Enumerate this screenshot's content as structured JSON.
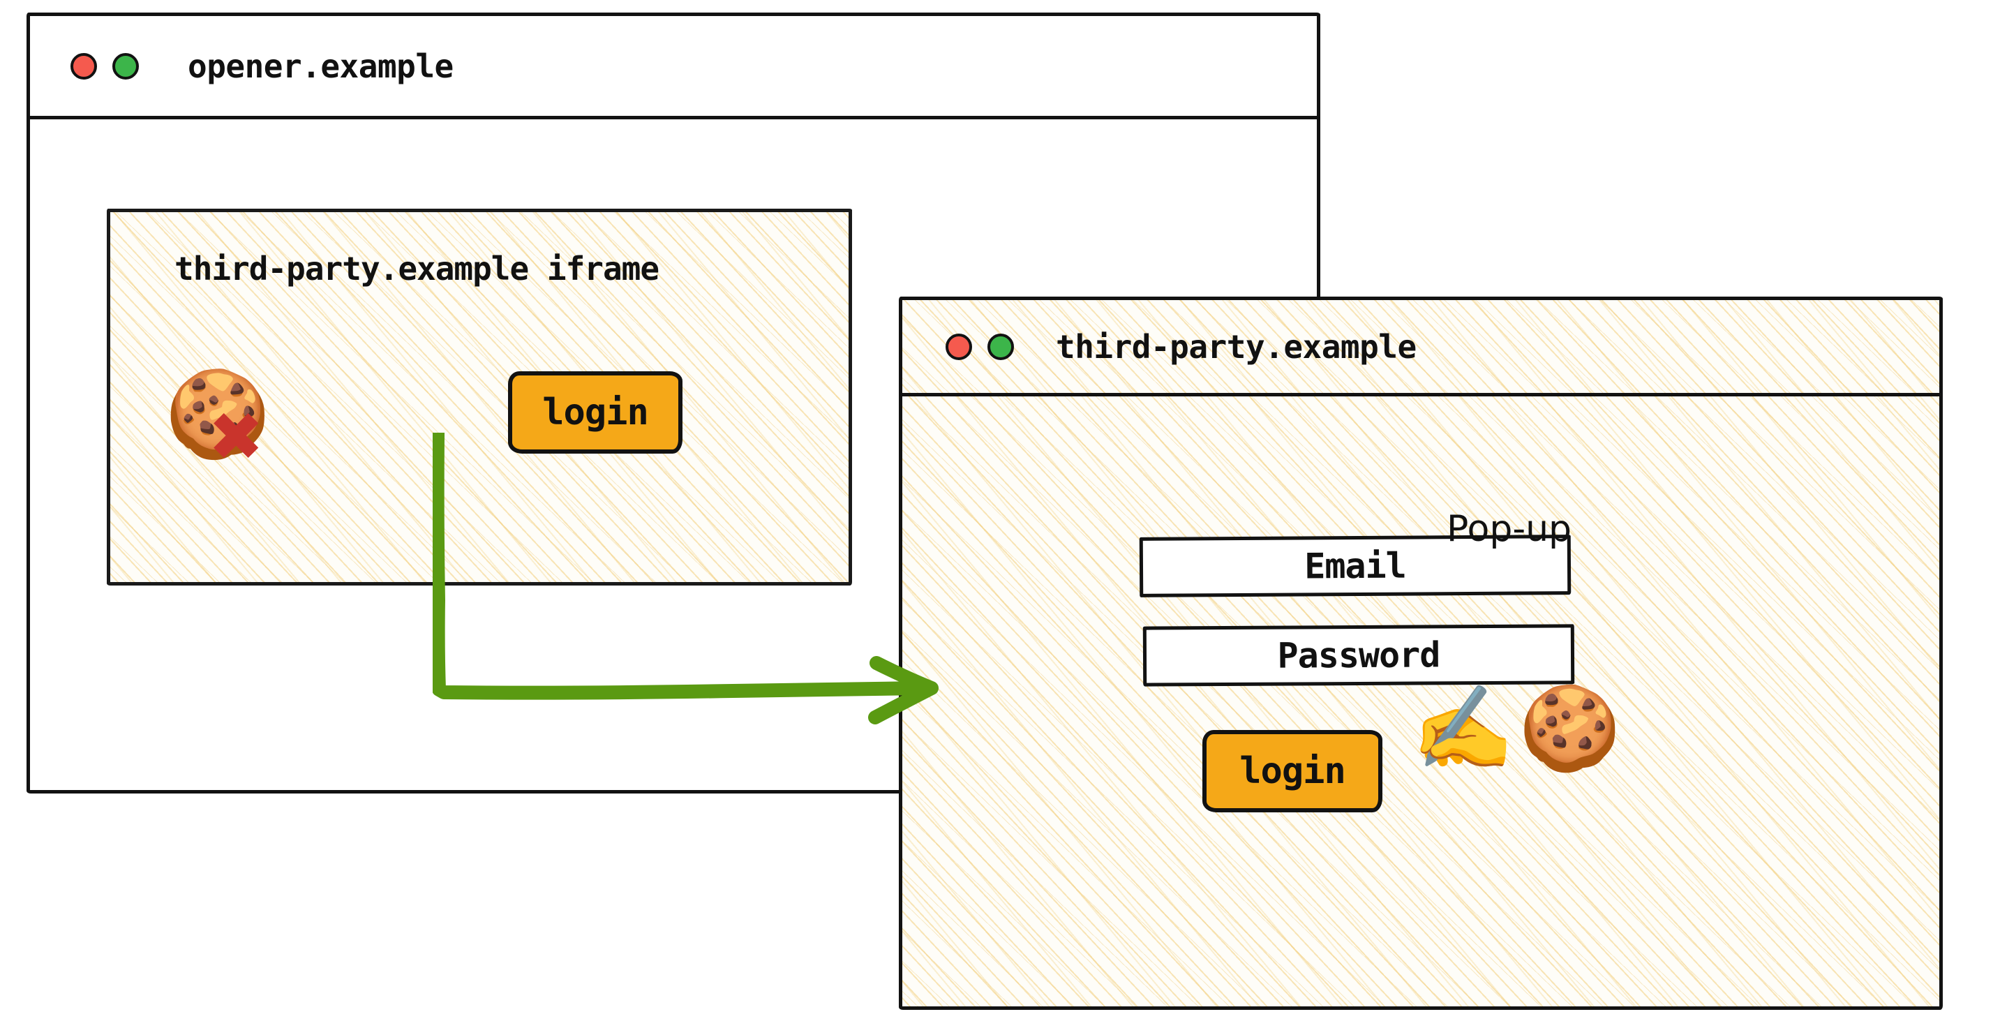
{
  "colors": {
    "accent_orange": "#F5A818",
    "arrow_green": "#5A9A12",
    "dot_red": "#F55A4E",
    "dot_green": "#3CB54A",
    "cross_red": "#C9342C",
    "hatch_cream": "#F3CF7E",
    "stroke_black": "#121212"
  },
  "opener_window": {
    "title": "opener.example",
    "controls": {
      "close_dot": "close-dot",
      "maximize_dot": "maximize-dot"
    },
    "iframe": {
      "label": "third-party.example iframe",
      "cookie_icon": "🍪",
      "cookie_blocked_icon": "✖",
      "login_label": "login"
    }
  },
  "flow": {
    "arrow_name": "popup-flow-arrow",
    "direction": "from iframe login button to pop-up window"
  },
  "popup_window": {
    "title": "third-party.example",
    "annotation": "Pop-up",
    "controls": {
      "close_dot": "close-dot",
      "maximize_dot": "maximize-dot"
    },
    "form": {
      "email_label": "Email",
      "password_label": "Password",
      "login_label": "login"
    },
    "emojis": {
      "writing_hand": "✍️",
      "cookie": "🍪"
    }
  }
}
